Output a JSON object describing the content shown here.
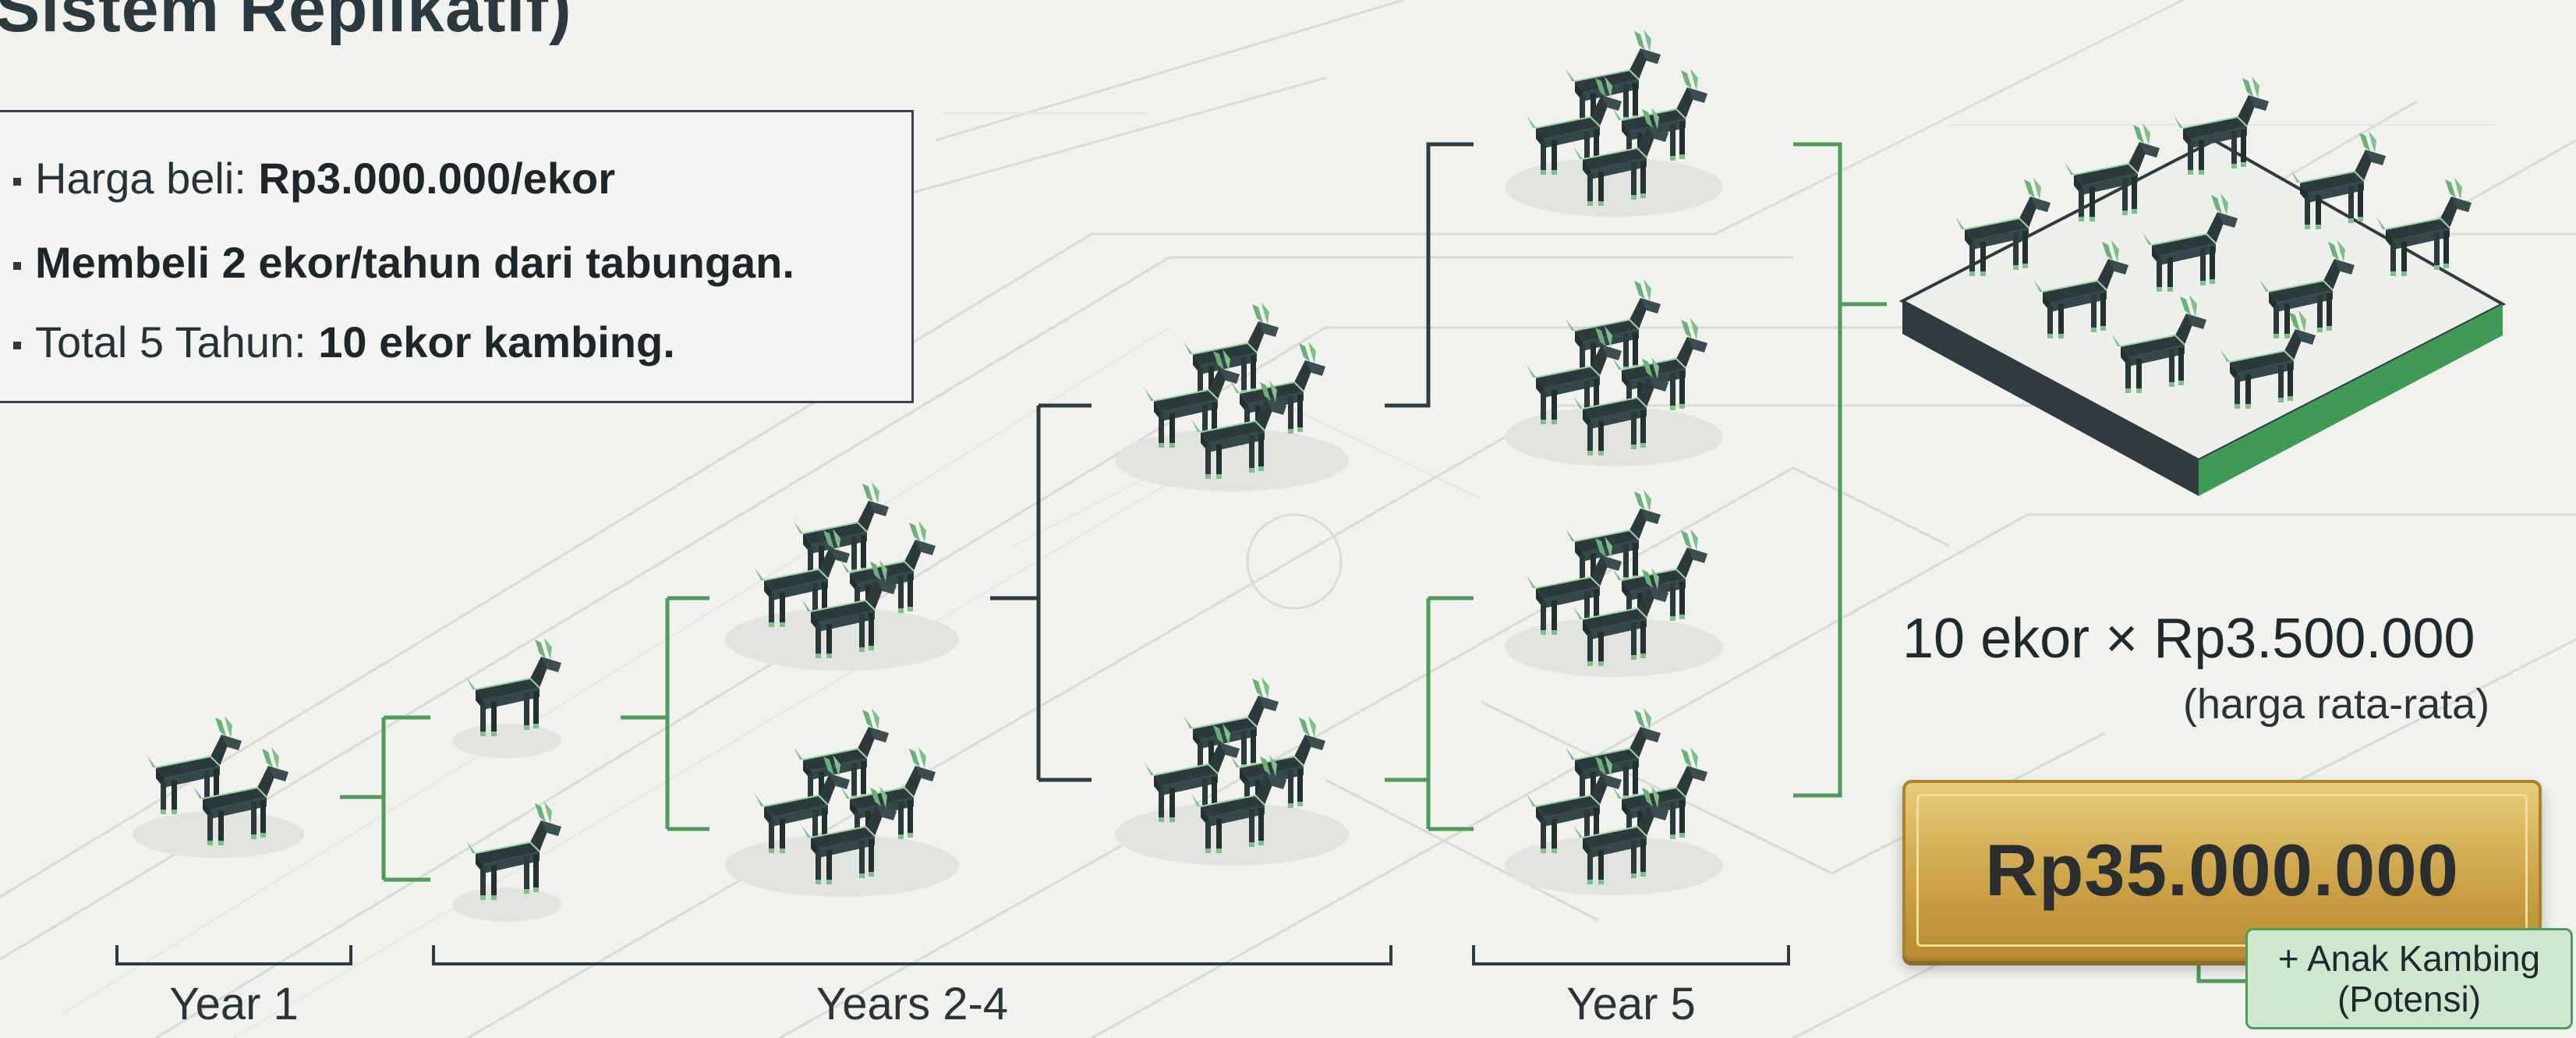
{
  "title": "Sistem Replikatif)",
  "info": {
    "line1_prefix": "Harga beli: ",
    "line1_bold": "Rp3.000.000/ekor",
    "line2_bold": "Membeli 2 ekor/tahun dari tabungan.",
    "line3_prefix": "Total 5 Tahun: ",
    "line3_bold": "10 ekor kambing."
  },
  "timeline": {
    "year1": "Year 1",
    "years2_4": "Years 2-4",
    "year5": "Year 5"
  },
  "result": {
    "formula": "10 ekor × Rp3.500.000",
    "formula_note": "(harga rata-rata)",
    "total": "Rp35.000.000",
    "tag": [
      "+ Anak Kambing",
      "(Potensi)"
    ]
  },
  "colors": {
    "goat_body": "#2c3a3d",
    "goat_accent": "#7fc08a",
    "connector_green": "#4f9a5e",
    "connector_dark": "#2f3b40",
    "gold": "#d6b25a",
    "platform_green": "#3f9a55"
  },
  "icons": [
    "goat-icon",
    "platform-icon",
    "plaque-icon"
  ]
}
